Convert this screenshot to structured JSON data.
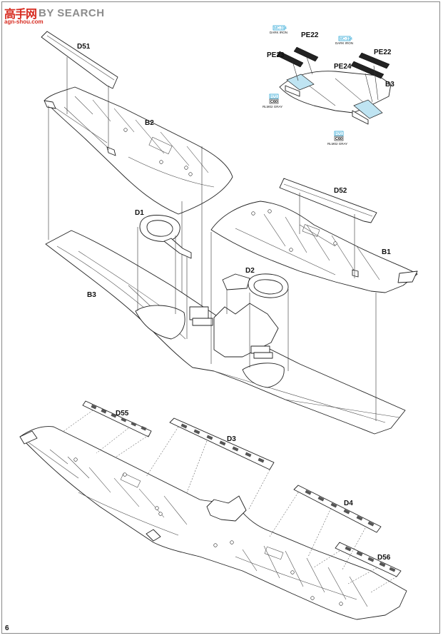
{
  "watermark": {
    "logo": "高手网",
    "text": "BY SEARCH",
    "url": "agn-shou.com"
  },
  "page_number": "6",
  "labels": {
    "D51": "D51",
    "B2": "B2",
    "D1": "D1",
    "B3_main": "B3",
    "D2": "D2",
    "D52": "D52",
    "B1": "B1",
    "D55": "D55",
    "D3": "D3",
    "D4": "D4",
    "D56": "D56",
    "PE22_a": "PE22",
    "PE23": "PE23",
    "PE22_b": "PE22",
    "PE24": "PE24",
    "B3_inset": "B3"
  },
  "paint_callouts": [
    {
      "id": "dark-iron-1",
      "code": "MC-314",
      "name": "DARK IRON"
    },
    {
      "id": "dark-iron-2",
      "code": "MC-314",
      "name": "DARK IRON"
    },
    {
      "id": "rlm02-1",
      "code": "H70",
      "code2": "C60",
      "name": "RLM02 GRAY"
    },
    {
      "id": "rlm02-2",
      "code": "H70",
      "code2": "C60",
      "name": "RLM02 GRAY"
    }
  ],
  "colors": {
    "watermark_red": "#d72b20",
    "watermark_gray": "#8c8c8c",
    "bay_blue": "#bfe4f2",
    "callout_cyan": "#2aa6d6"
  }
}
